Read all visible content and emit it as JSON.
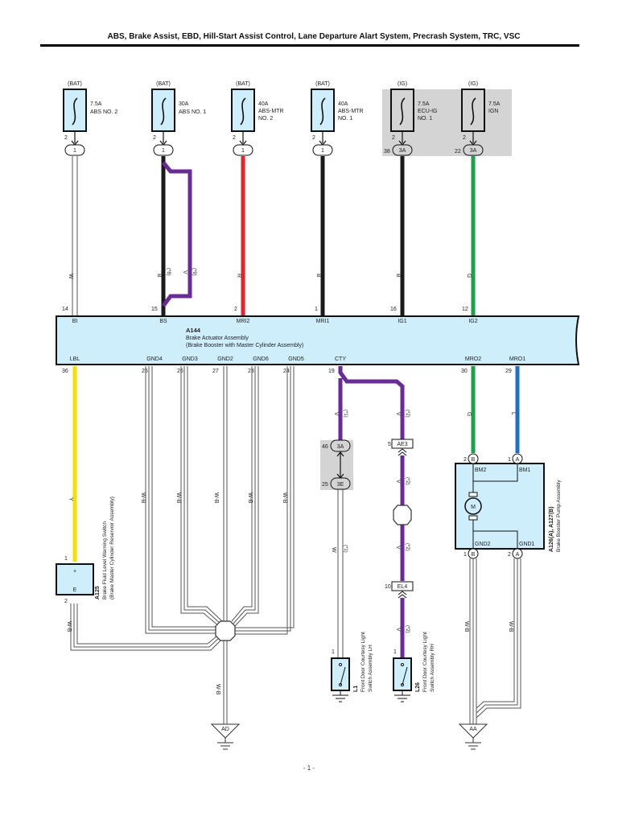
{
  "title": "ABS, Brake Assist, EBD, Hill-Start Assist Control, Lane Departure Alart System, Precrash System, TRC, VSC",
  "page_number": "- 1 -",
  "colors": {
    "component_fill": "#cdeefa",
    "shaded_region": "#d4d4d4",
    "wire_black": "#1a1a1a",
    "wire_red": "#e8202a",
    "wire_green": "#1aa34a",
    "wire_violet": "#6a2a9a",
    "wire_blue": "#1f6fc8",
    "wire_yellow": "#f5e000",
    "wire_white": "#ffffff"
  },
  "fuses": [
    {
      "source": "(BAT)",
      "rating": "7.5A",
      "name_line1": "ABS NO. 2",
      "name_line2": "",
      "pin": "2",
      "connector": "1",
      "connector_pin": "",
      "wire_color": "W",
      "ecu_pin": "14",
      "ecu_terminal": "BI"
    },
    {
      "source": "(BAT)",
      "rating": "30A",
      "name_line1": "ABS NO. 1",
      "name_line2": "",
      "pin": "2",
      "connector": "1",
      "connector_pin": "",
      "wire_color": "B",
      "ecu_pin": "15",
      "ecu_terminal": "BS"
    },
    {
      "source": "(BAT)",
      "rating": "40A",
      "name_line1": "ABS-MTR",
      "name_line2": "NO. 2",
      "pin": "2",
      "connector": "1",
      "connector_pin": "",
      "wire_color": "R",
      "ecu_pin": "2",
      "ecu_terminal": "MRI2"
    },
    {
      "source": "(BAT)",
      "rating": "40A",
      "name_line1": "ABS-MTR",
      "name_line2": "NO. 1",
      "pin": "2",
      "connector": "1",
      "connector_pin": "",
      "wire_color": "B",
      "ecu_pin": "1",
      "ecu_terminal": "MRI1"
    },
    {
      "source": "(IG)",
      "rating": "7.5A",
      "name_line1": "ECU-IG",
      "name_line2": "NO. 1",
      "pin": "2",
      "connector": "3A",
      "connector_pin": "38",
      "wire_color": "B",
      "ecu_pin": "16",
      "ecu_terminal": "IG1"
    },
    {
      "source": "(IG)",
      "rating": "7.5A",
      "name_line1": "IGN",
      "name_line2": "",
      "pin": "2",
      "connector": "3A",
      "connector_pin": "22",
      "wire_color": "G",
      "ecu_pin": "12",
      "ecu_terminal": "IG2"
    }
  ],
  "bs_branch": {
    "black_note": "(*8)",
    "violet_color": "V",
    "violet_note": "(*9)"
  },
  "ecu": {
    "id": "A144",
    "name": "Brake Actuator Assembly",
    "subname": "(Brake Booster with Master Cylinder Assembly)",
    "bottom_terminals": [
      {
        "label": "LBL",
        "pin": "36"
      },
      {
        "label": "GND4",
        "pin": "25"
      },
      {
        "label": "GND3",
        "pin": "26"
      },
      {
        "label": "GND2",
        "pin": "27"
      },
      {
        "label": "GND6",
        "pin": "23"
      },
      {
        "label": "GND5",
        "pin": "24"
      },
      {
        "label": "CTY",
        "pin": "19"
      },
      {
        "label": "MRO2",
        "pin": "30"
      },
      {
        "label": "MRO1",
        "pin": "29"
      }
    ]
  },
  "wire_labels": {
    "lbl": "Y",
    "gnd": "W-B",
    "cty_v": "V",
    "note1": "(*1)",
    "note2": "(*2)",
    "w": "W",
    "mro2": "G",
    "mro1": "L",
    "pump_gnd": "W-B",
    "ad_gnd": "W-B"
  },
  "connectors": {
    "c3a": {
      "pin": "46",
      "label": "3A"
    },
    "c3e": {
      "pin": "25",
      "label": "3E"
    },
    "ae3": {
      "pin": "5",
      "label": "AE3"
    },
    "el4": {
      "pin": "10",
      "label": "EL4"
    }
  },
  "a125": {
    "id": "A125",
    "name": "Brake Fluid Level Warning Switch",
    "subname": "(Brake Master Cylinder Reservoir Assembly)",
    "pin_top": "1",
    "pin_bottom": "2",
    "plus": "+",
    "e": "E",
    "wire": "W-B"
  },
  "l1": {
    "id": "L1",
    "name": "Front Door Courtesy Light",
    "subname": "Switch Assembly LH",
    "pin": "1"
  },
  "l26": {
    "id": "L26",
    "name": "Front Door Courtesy Light",
    "subname": "Switch Assembly RH",
    "pin": "1"
  },
  "pump": {
    "id": "A126(A), A127(B)",
    "name": "Brake Booster Pump Assembly",
    "motor": "M",
    "top": [
      {
        "pin": "2",
        "conn": "B",
        "term": "BM2"
      },
      {
        "pin": "1",
        "conn": "A",
        "term": "BM1"
      }
    ],
    "bottom": [
      {
        "pin": "1",
        "conn": "B",
        "term": "GND2"
      },
      {
        "pin": "2",
        "conn": "A",
        "term": "GND1"
      }
    ]
  },
  "grounds": {
    "ad": "AD",
    "aa": "AA"
  }
}
